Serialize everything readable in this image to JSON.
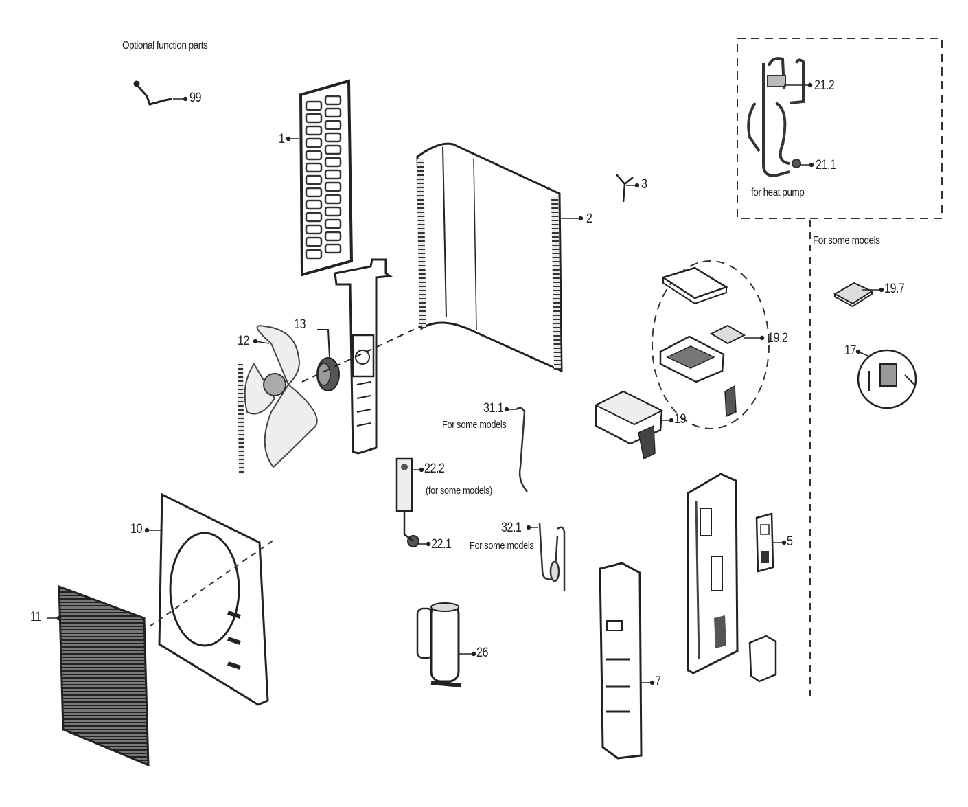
{
  "header": {
    "optional_title": "Optional function parts"
  },
  "labels": {
    "p99": "99",
    "p1": "1",
    "p2": "2",
    "p3": "3",
    "p21_2": "21.2",
    "p21_1": "21.1",
    "heat_pump_note": "for heat pump",
    "some_models_note": "For some models",
    "p19_7": "19.7",
    "p19_2": "19.2",
    "p17": "17",
    "p19": "19",
    "p12": "12",
    "p13": "13",
    "p31_1": "31.1",
    "p31_1_note": "For some models",
    "p22_2": "22.2",
    "p22_2_note": "(for some models)",
    "p22_1": "22.1",
    "p32_1": "32.1",
    "p32_1_note": "For some models",
    "p10": "10",
    "p11": "11",
    "p26": "26",
    "p5": "5",
    "p7": "7"
  },
  "colors": {
    "line": "#222222",
    "fill": "#ffffff",
    "shade": "#555555"
  }
}
